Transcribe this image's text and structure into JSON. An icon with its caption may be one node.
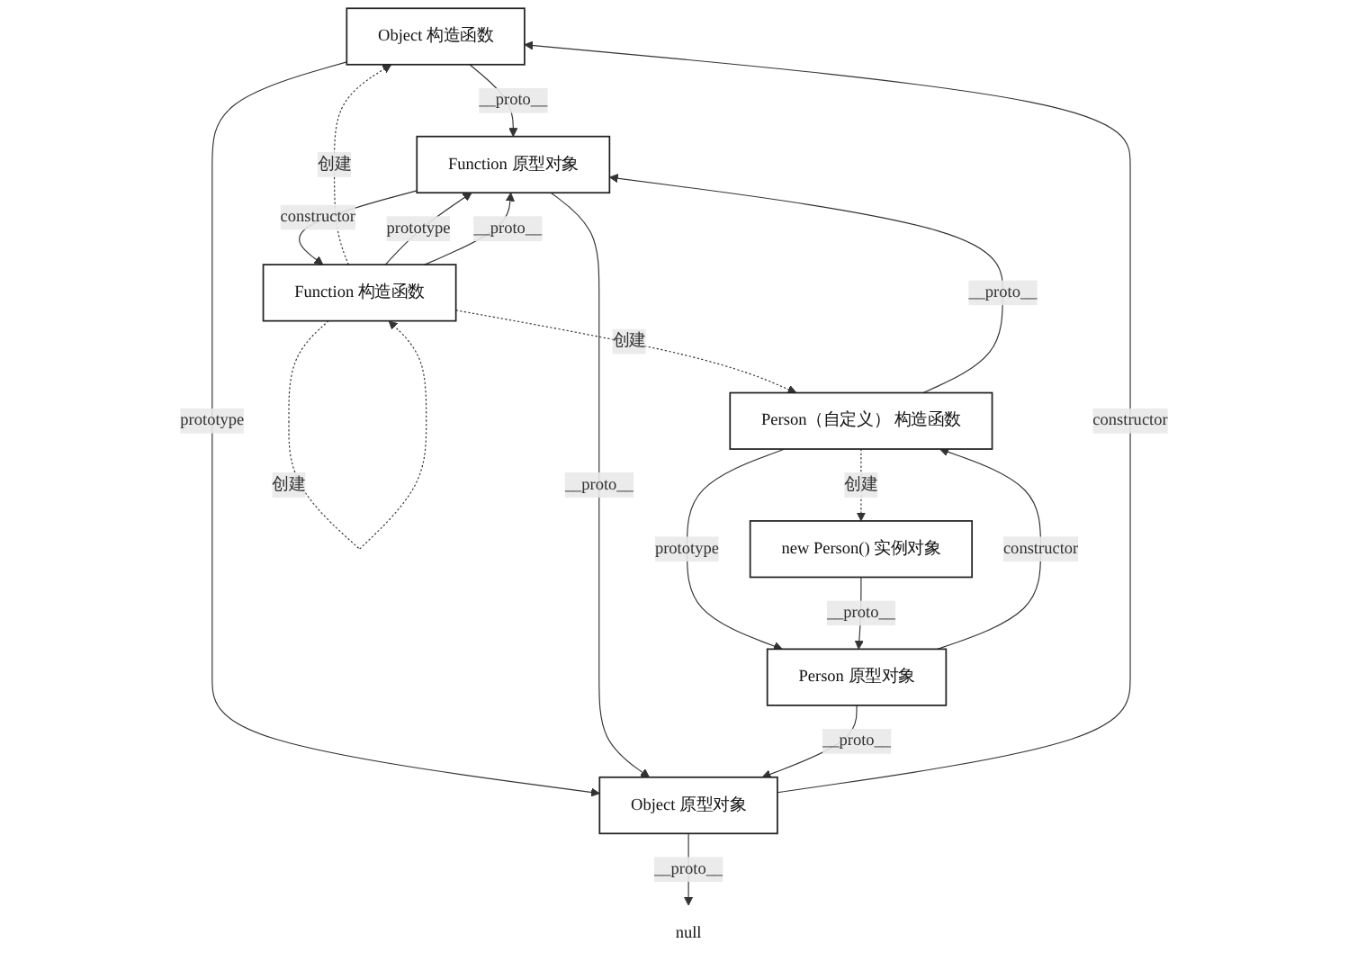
{
  "diagram": {
    "nodes": [
      {
        "text": [
          "Object 构造函数"
        ]
      },
      {
        "text": [
          "Object 原型对象"
        ]
      },
      {
        "text": [
          "null"
        ]
      },
      {
        "text": [
          "Function 构造函数"
        ]
      },
      {
        "text": [
          "Function 原型对象"
        ]
      },
      {
        "text": [
          "Person（自定义） 构造函数"
        ]
      },
      {
        "text": [
          "Person 原型对象"
        ]
      },
      {
        "text": [
          "new Person() 实例对象"
        ]
      }
    ],
    "edges": [
      {
        "from": 0,
        "to": 1,
        "arrow": "to",
        "label": "prototype"
      },
      {
        "from": 1,
        "to": 0,
        "arrow": "to",
        "label": "constructor"
      },
      {
        "from": 1,
        "to": 2,
        "arrow": "to",
        "label": "__proto__"
      },
      {
        "from": 0,
        "to": 4,
        "arrow": "to",
        "label": "__proto__"
      },
      {
        "from": 3,
        "to": 0,
        "arrow": "to",
        "label": "创建",
        "style": "dashed"
      },
      {
        "from": 3,
        "to": 3,
        "arrow": "to",
        "label": "创建",
        "style": "dashed"
      },
      {
        "from": 3,
        "to": 4,
        "arrow": "to",
        "label": "prototype"
      },
      {
        "from": 4,
        "to": 3,
        "arrow": "to",
        "label": "constructor"
      },
      {
        "from": 4,
        "to": 1,
        "arrow": "to",
        "label": "__proto__"
      },
      {
        "from": 3,
        "to": 4,
        "arrow": "to",
        "label": "__proto__"
      },
      {
        "from": 6,
        "to": 1,
        "arrow": "to",
        "label": "__proto__"
      },
      {
        "from": 3,
        "to": 5,
        "arrow": "to",
        "label": "创建",
        "style": "dashed"
      },
      {
        "from": 5,
        "to": 4,
        "arrow": "to",
        "label": "__proto__"
      },
      {
        "from": 5,
        "to": 6,
        "arrow": "to",
        "label": "prototype"
      },
      {
        "from": 6,
        "to": 5,
        "arrow": "to",
        "label": "constructor"
      },
      {
        "from": 5,
        "to": 7,
        "arrow": "to",
        "label": "创建",
        "style": "dashed"
      },
      {
        "from": 7,
        "to": 6,
        "arrow": "to",
        "label": "__proto__"
      }
    ]
  }
}
